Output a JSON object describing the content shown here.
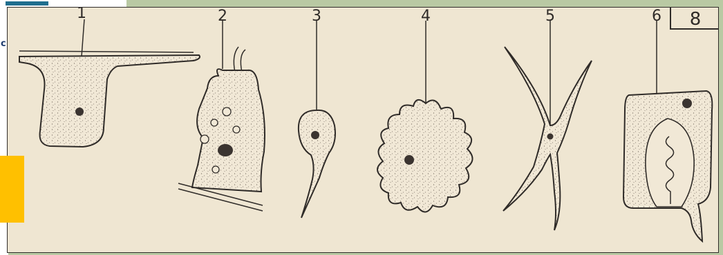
{
  "figure": {
    "page_number": "8",
    "cells": [
      {
        "label": "1"
      },
      {
        "label": "2"
      },
      {
        "label": "3"
      },
      {
        "label": "4"
      },
      {
        "label": "5"
      },
      {
        "label": "6"
      }
    ]
  },
  "colors": {
    "paper": "#efe6d2",
    "ink": "#2f2b28",
    "accent": "#ffc000",
    "frame_bg": "#b9c9a3"
  }
}
